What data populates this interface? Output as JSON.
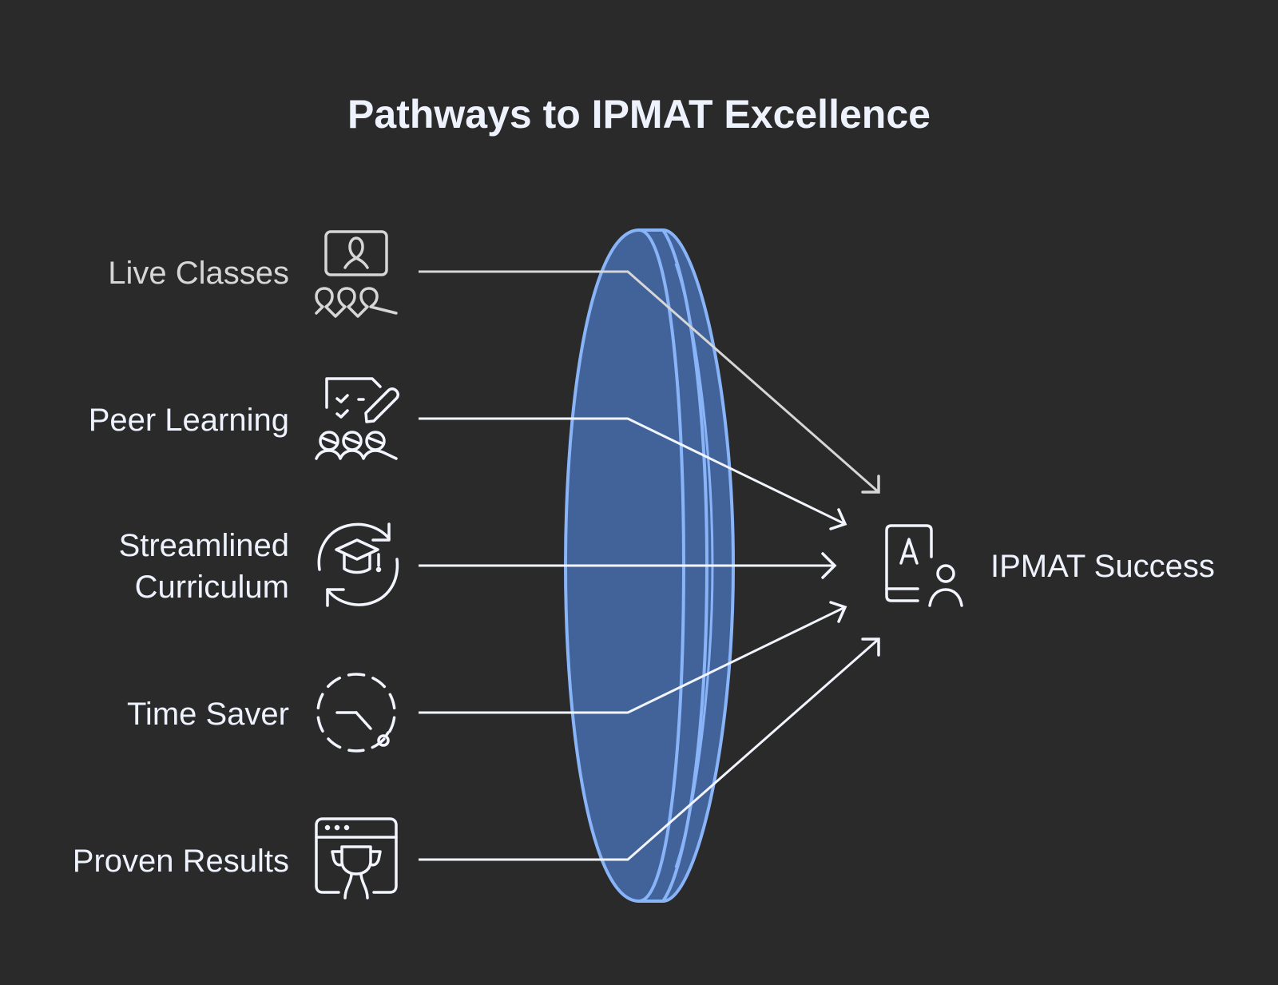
{
  "title": "Pathways to IPMAT Excellence",
  "colors": {
    "background": "#2a2a2a",
    "lens_fill": "#41639a",
    "lens_stroke": "#8ab4f8",
    "text_light": "#eef2fd",
    "text_dim": "#d6d6d6",
    "line_dim": "#d6d6d6",
    "line_light": "#f2f5fd"
  },
  "inputs": [
    {
      "label_lines": [
        "Live Classes"
      ],
      "icon": "live-class-icon"
    },
    {
      "label_lines": [
        "Peer Learning"
      ],
      "icon": "peer-learning-icon"
    },
    {
      "label_lines": [
        "Streamlined",
        "Curriculum"
      ],
      "icon": "curriculum-cycle-icon"
    },
    {
      "label_lines": [
        "Time Saver"
      ],
      "icon": "timer-icon"
    },
    {
      "label_lines": [
        "Proven Results"
      ],
      "icon": "trophy-browser-icon"
    }
  ],
  "outcome": {
    "label": "IPMAT Success",
    "icon": "exam-student-icon"
  },
  "lens": {
    "name": "converging-lens"
  }
}
